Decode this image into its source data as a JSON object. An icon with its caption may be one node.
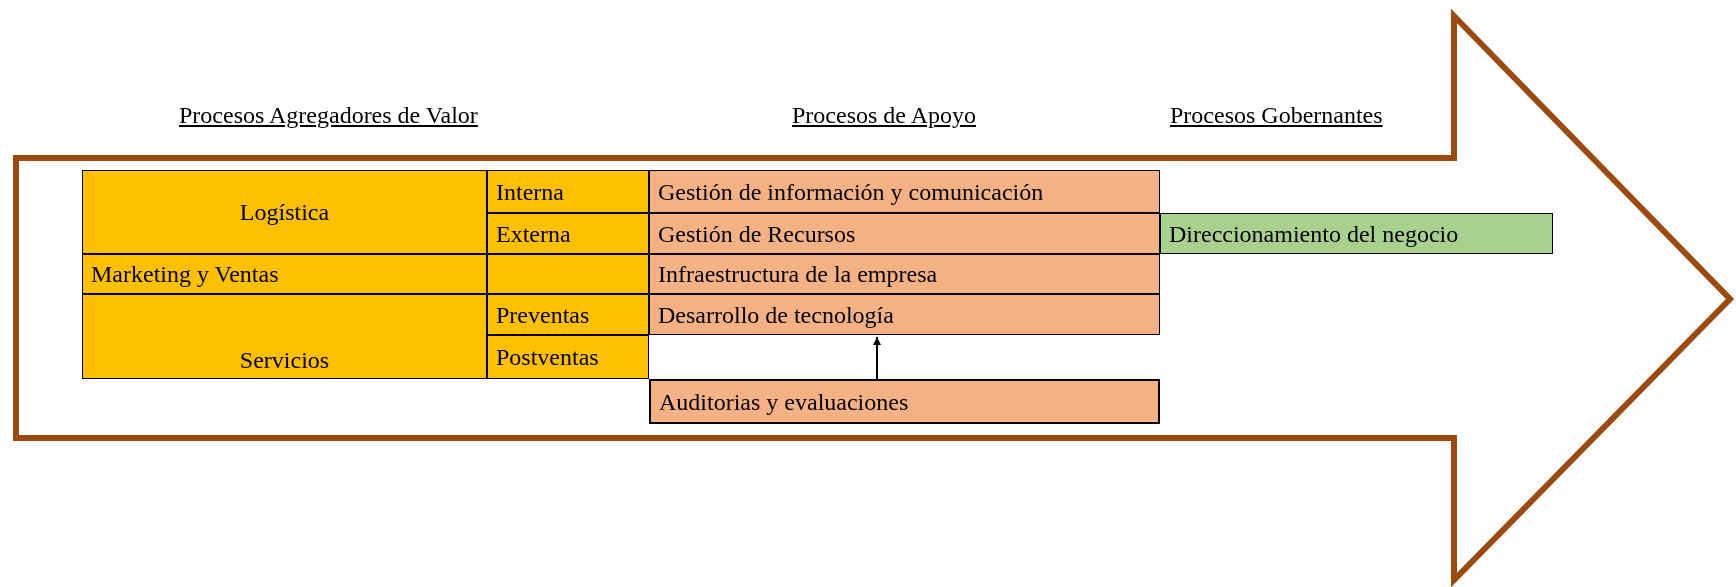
{
  "diagram": {
    "nodes": [
      {
        "text": [
          "Logística"
        ]
      },
      {
        "text": [
          "Interna"
        ]
      },
      {
        "text": [
          "Gestión de información y comunicación"
        ]
      },
      {
        "text": [
          "Externa"
        ]
      },
      {
        "text": [
          "Gestión de Recursos"
        ]
      },
      {
        "text": [
          "Direccionamiento del negocio"
        ]
      },
      {
        "text": [
          "Marketing y Ventas"
        ]
      },
      {
        "text": [],
        "shape": "box"
      },
      {
        "text": [
          "Infraestructura de la empresa"
        ]
      },
      {
        "text": [
          "Servicios"
        ]
      },
      {
        "text": [
          "Preventas"
        ]
      },
      {
        "text": [
          "Desarrollo de tecnología"
        ]
      },
      {
        "text": [
          "Postventas"
        ]
      },
      {
        "text": [
          "Auditorias y evaluaciones"
        ]
      }
    ],
    "edges": [
      {
        "from": 13,
        "to": 11,
        "arrow": "to"
      }
    ],
    "labels": [
      "Procesos Agregadores de Valor",
      "Procesos de Apoyo",
      "Procesos Gobernantes"
    ]
  }
}
